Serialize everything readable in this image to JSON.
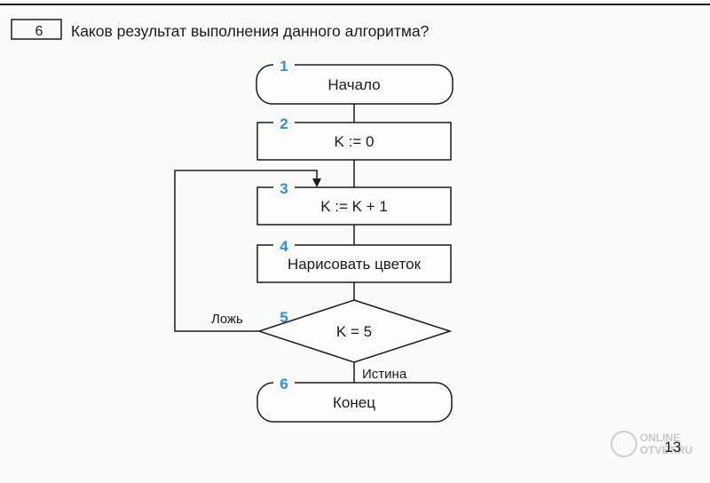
{
  "task": {
    "number": "6",
    "question": "Каков результат выполнения данного алгоритма?"
  },
  "flowchart": {
    "blocks": [
      {
        "num": "1",
        "label": "Начало",
        "kind": "terminator"
      },
      {
        "num": "2",
        "label": "K := 0",
        "kind": "process"
      },
      {
        "num": "3",
        "label": "K := K + 1",
        "kind": "process"
      },
      {
        "num": "4",
        "label": "Нарисовать цветок",
        "kind": "process"
      },
      {
        "num": "5",
        "label": "K = 5",
        "kind": "decision"
      },
      {
        "num": "6",
        "label": "Конец",
        "kind": "terminator"
      }
    ],
    "false_label": "Ложь",
    "true_label": "Истина"
  },
  "page_number": "13",
  "watermark": {
    "line1": "ONLINE",
    "line2": "OTVET.RU"
  },
  "colors": {
    "accent_blue": "#2f8fd8",
    "ink": "#1a1a1a",
    "background": "#fafafa"
  }
}
